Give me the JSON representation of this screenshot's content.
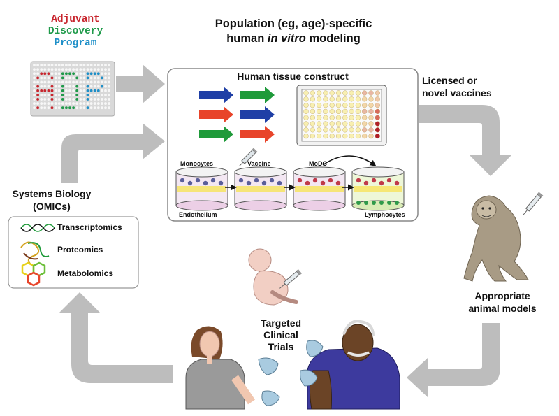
{
  "adp": {
    "line1": "Adjuvant",
    "line2": "Discovery",
    "line3": "Program",
    "logo_letters": "ADP"
  },
  "population_title": {
    "line1": "Population (eg, age)-specific",
    "line2_pre": "human ",
    "line2_italic": "in vitro",
    "line2_post": " modeling"
  },
  "tissue_box": {
    "title": "Human tissue construct",
    "monocytes": "Monocytes",
    "vaccine": "Vaccine",
    "modc": "MoDC",
    "endothelium": "Endothelium",
    "lymphocytes": "Lymphocytes"
  },
  "licensed": {
    "line1": "Licensed or",
    "line2": "novel vaccines"
  },
  "animal": {
    "line1": "Appropriate",
    "line2": "animal models"
  },
  "trials": {
    "line1": "Targeted",
    "line2": "Clinical",
    "line3": "Trials"
  },
  "systems_biology": {
    "line1": "Systems Biology",
    "line2": "(OMICs)",
    "items": [
      "Transcriptomics",
      "Proteomics",
      "Metabolomics"
    ]
  },
  "colors": {
    "arrow_gray": "#bdbdbd",
    "blue": "#1f3fa6",
    "green": "#1f9a3a",
    "red": "#e8442a",
    "adp_red": "#c8262e",
    "adp_green": "#1f9a4a",
    "adp_blue": "#1e8fc8"
  }
}
